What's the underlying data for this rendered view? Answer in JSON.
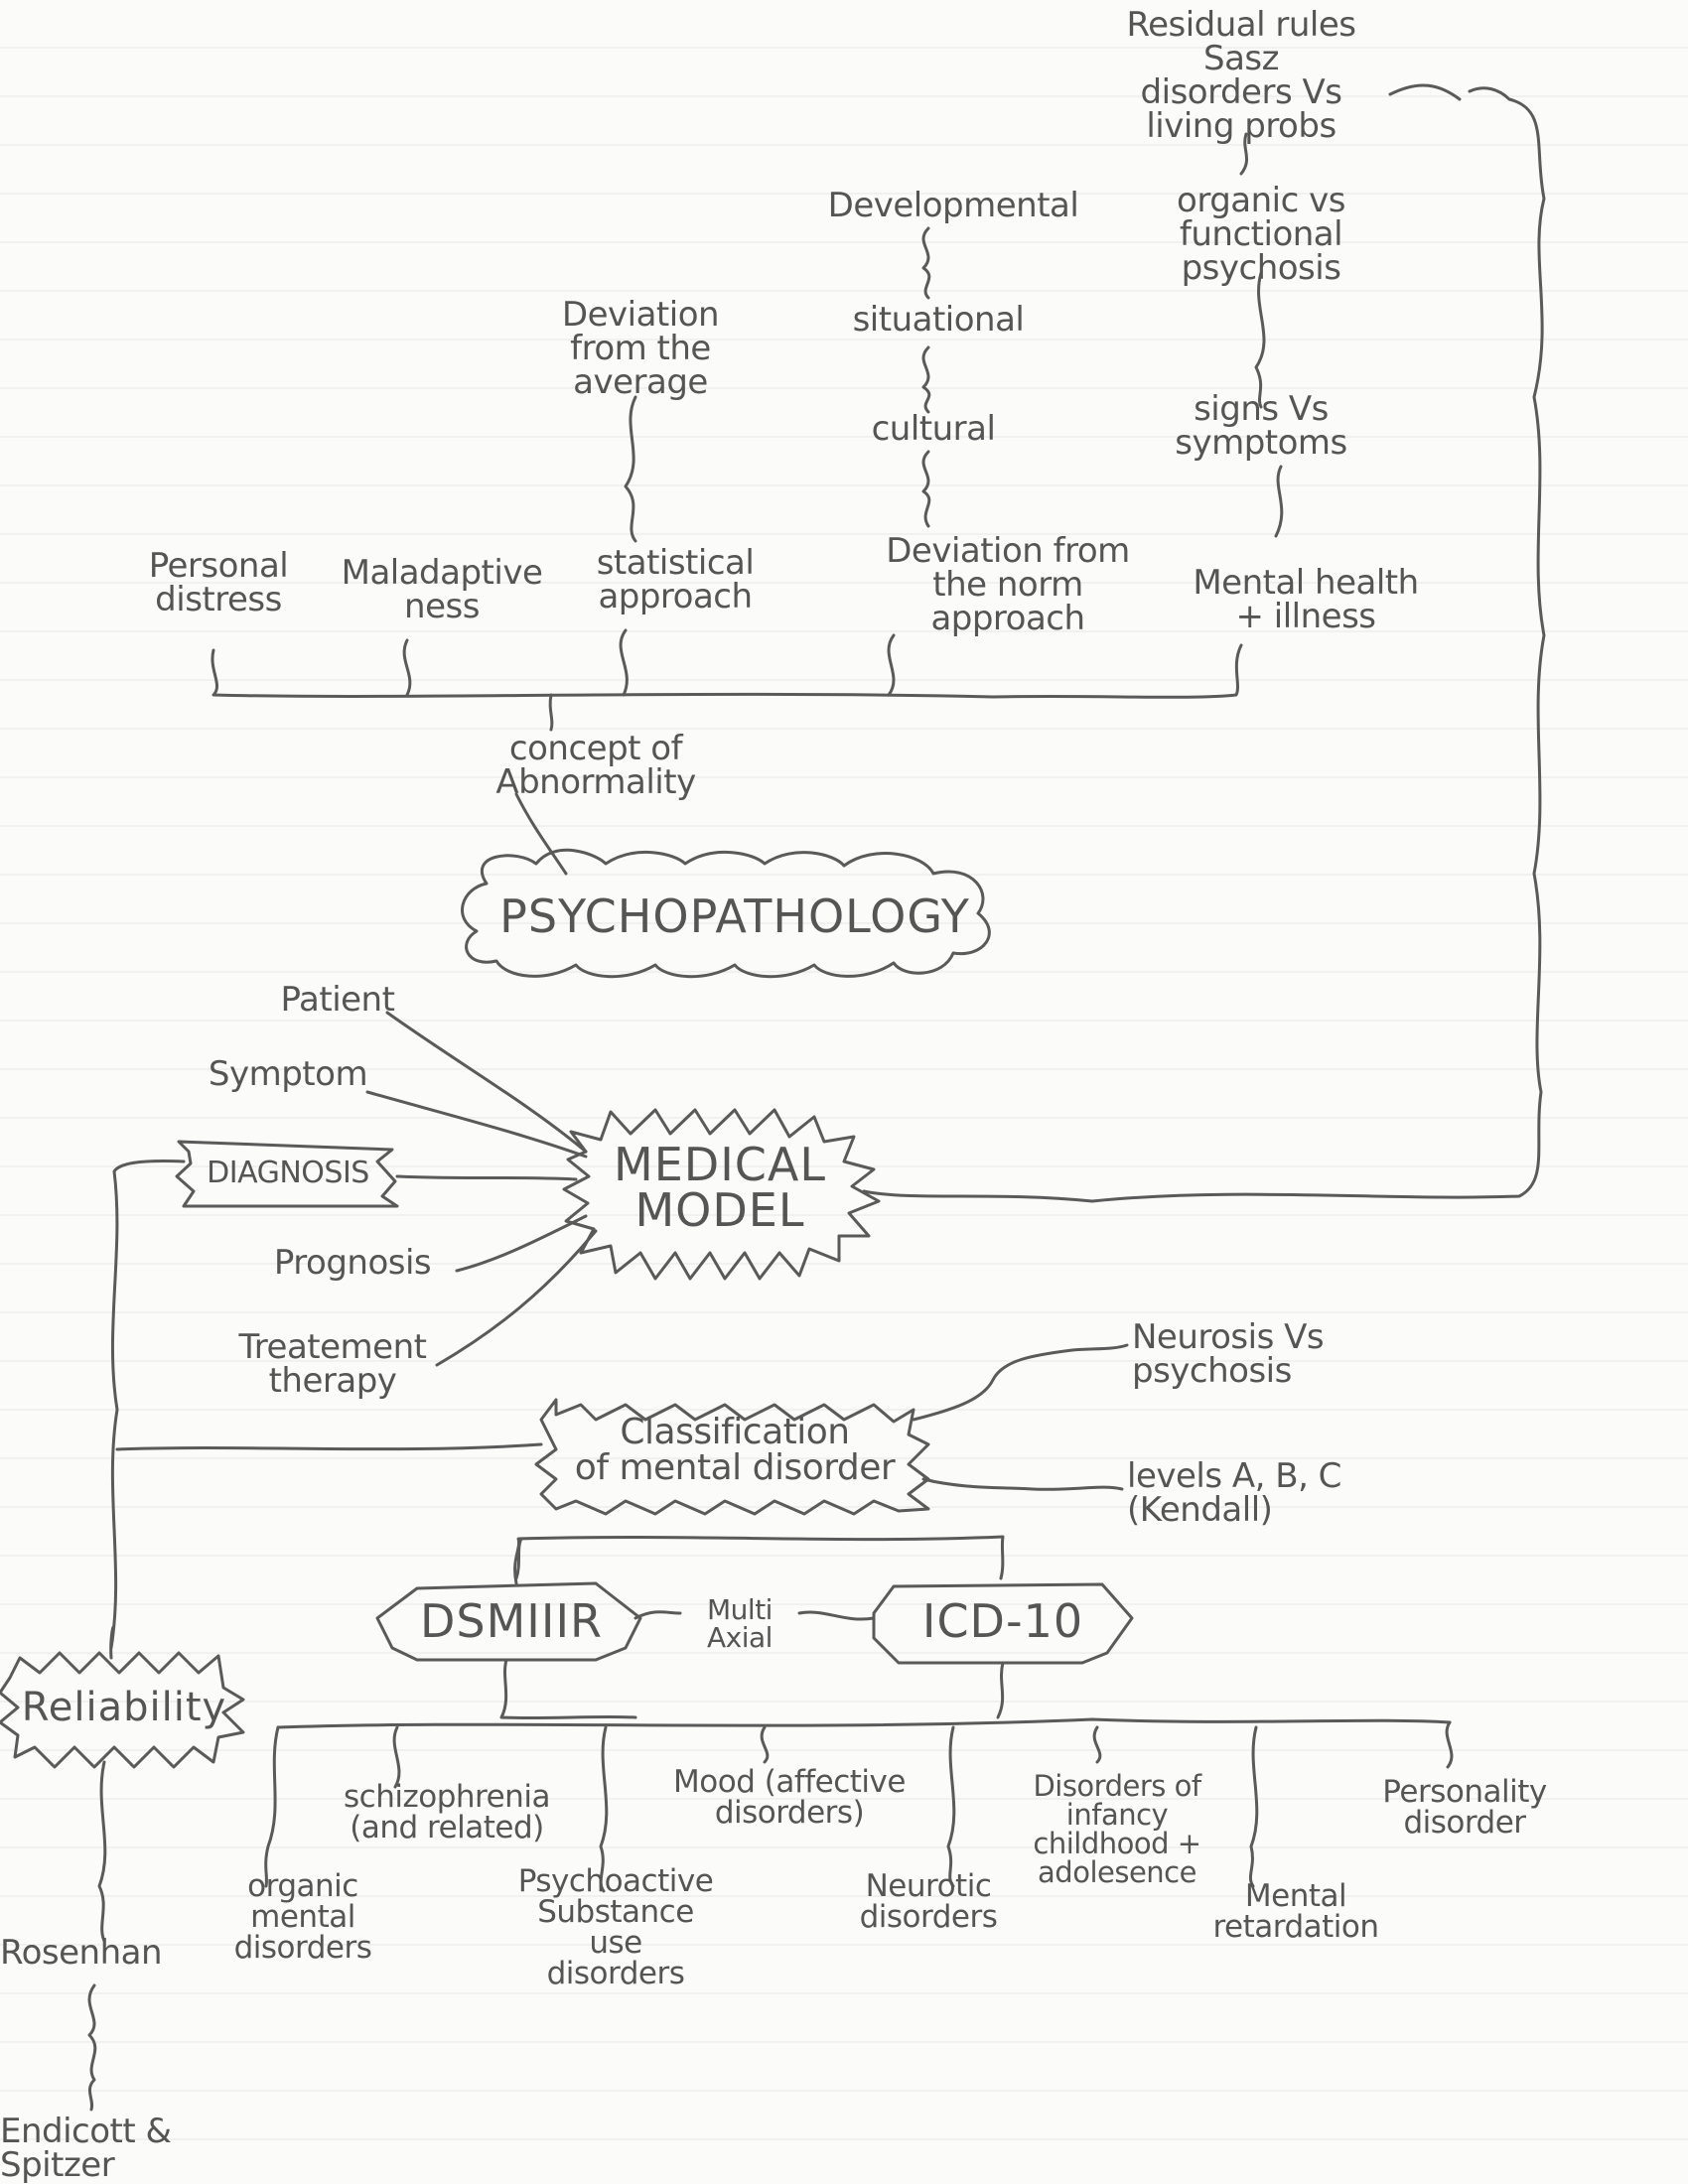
{
  "diagram": {
    "central": "PSYCHOPATHOLOGY",
    "nodes": {
      "residual_rules": "Residual rules\nSasz\ndisorders Vs\nliving probs",
      "organic_functional": "organic vs\nfunctional\npsychosis",
      "signs_symptoms": "signs Vs\nsymptoms",
      "mental_health": "Mental health\n+ illness",
      "developmental": "Developmental",
      "situational": "situational",
      "cultural": "cultural",
      "deviation_norm": "Deviation from\nthe norm\napproach",
      "deviation_average": "Deviation\nfrom the\naverage",
      "statistical": "statistical\napproach",
      "maladaptiveness": "Maladaptive\nness",
      "personal_distress": "Personal\ndistress",
      "concept_abnormality": "concept of\nAbnormality",
      "patient": "Patient",
      "symptom": "Symptom",
      "diagnosis": "DIAGNOSIS",
      "medical_model": "MEDICAL\nMODEL",
      "prognosis": "Prognosis",
      "treatment": "Treatement\ntherapy",
      "classification": "Classification\nof mental disorder",
      "neurosis_psychosis": "Neurosis Vs\npsychosis",
      "levels": "levels A, B, C\n(Kendall)",
      "dsm": "DSMIIIR",
      "multi_axial": "Multi\nAxial",
      "icd": "ICD-10",
      "reliability": "Reliability",
      "schizophrenia": "schizophrenia\n(and related)",
      "mood": "Mood (affective\ndisorders)",
      "infancy": "Disorders of\ninfancy\nchildhood +\nadolesence",
      "personality": "Personality\ndisorder",
      "organic_mental": "organic\nmental\ndisorders",
      "psychoactive": "Psychoactive\nSubstance\nuse\ndisorders",
      "neurotic": "Neurotic\ndisorders",
      "mental_retardation": "Mental\nretardation",
      "rosenhan": "Rosenhan",
      "endicott": "Endicott &\nSpitzer"
    }
  }
}
